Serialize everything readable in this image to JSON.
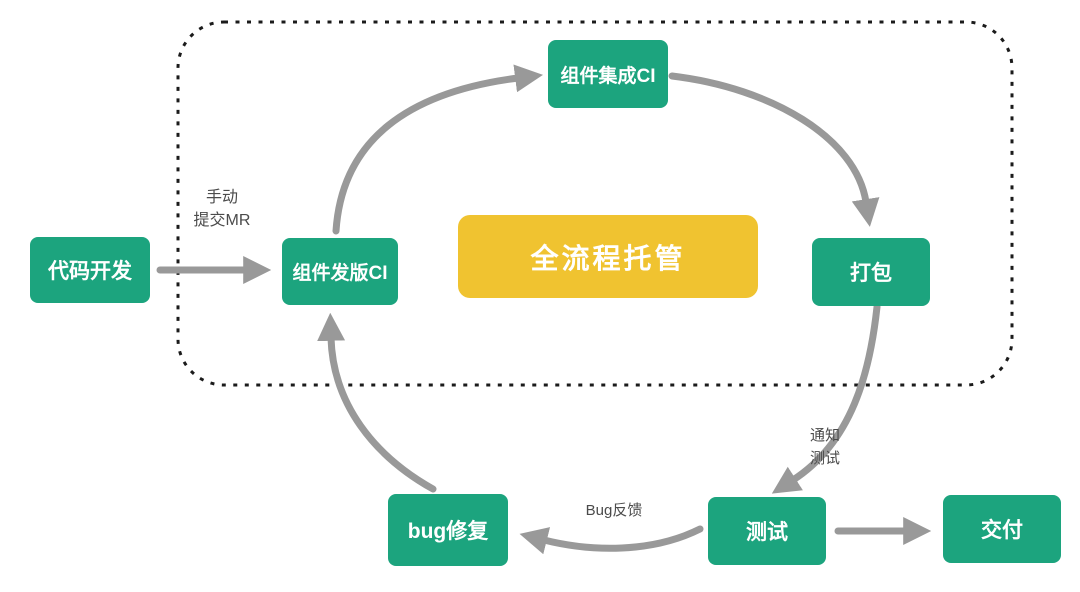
{
  "diagram": {
    "center_title": "全流程托管",
    "nodes": {
      "code_dev": "代码开发",
      "release_ci": "组件发版CI",
      "integration_ci": "组件集成CI",
      "package": "打包",
      "test": "测试",
      "delivery": "交付",
      "bug_fix": "bug修复"
    },
    "edge_labels": {
      "manual_line1": "手动",
      "manual_line2": "提交MR",
      "notify_line1": "通知",
      "notify_line2": "测试",
      "bug_feedback": "Bug反馈"
    },
    "colors": {
      "node_green": "#1CA47E",
      "center_yellow": "#F0C330",
      "arrow_gray": "#999999",
      "dashed_border": "#1b1b1b",
      "edge_label_text": "#4b4b4b",
      "node_text": "#ffffff"
    }
  }
}
